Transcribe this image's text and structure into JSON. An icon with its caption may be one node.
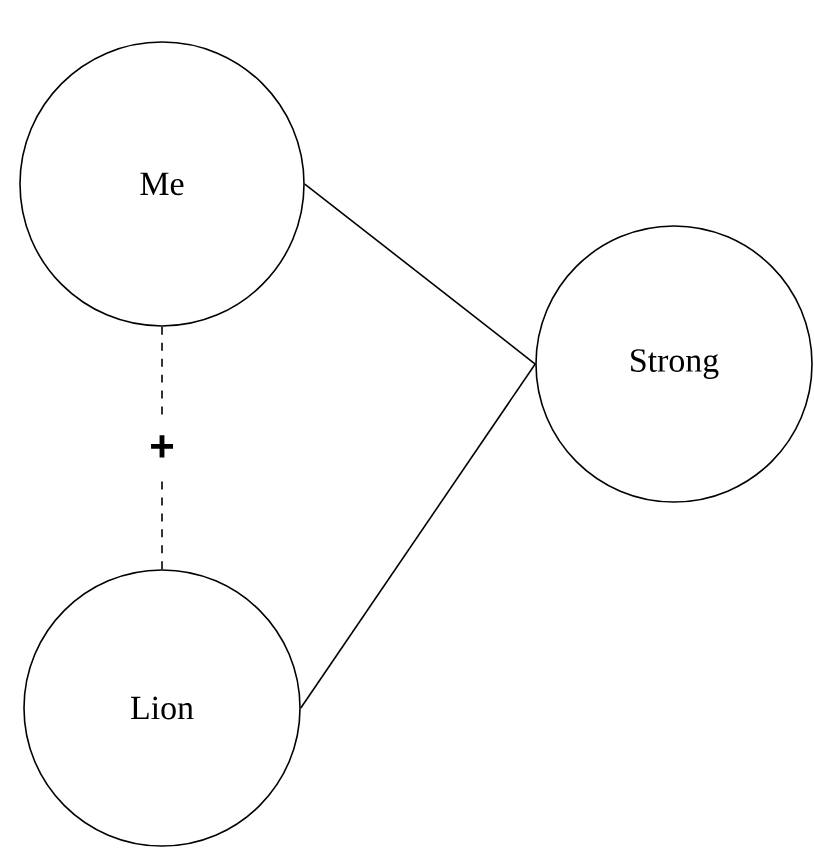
{
  "diagram": {
    "nodes": [
      {
        "text": [
          "Me"
        ]
      },
      {
        "text": [
          "Lion"
        ]
      },
      {
        "text": [
          "Strong"
        ]
      }
    ],
    "edges": [
      {
        "from": 0,
        "to": 2,
        "arrow": "none"
      },
      {
        "from": 1,
        "to": 2,
        "arrow": "none"
      },
      {
        "from": 0,
        "to": 1,
        "arrow": "none",
        "style": "dashed",
        "label": "+"
      }
    ]
  }
}
